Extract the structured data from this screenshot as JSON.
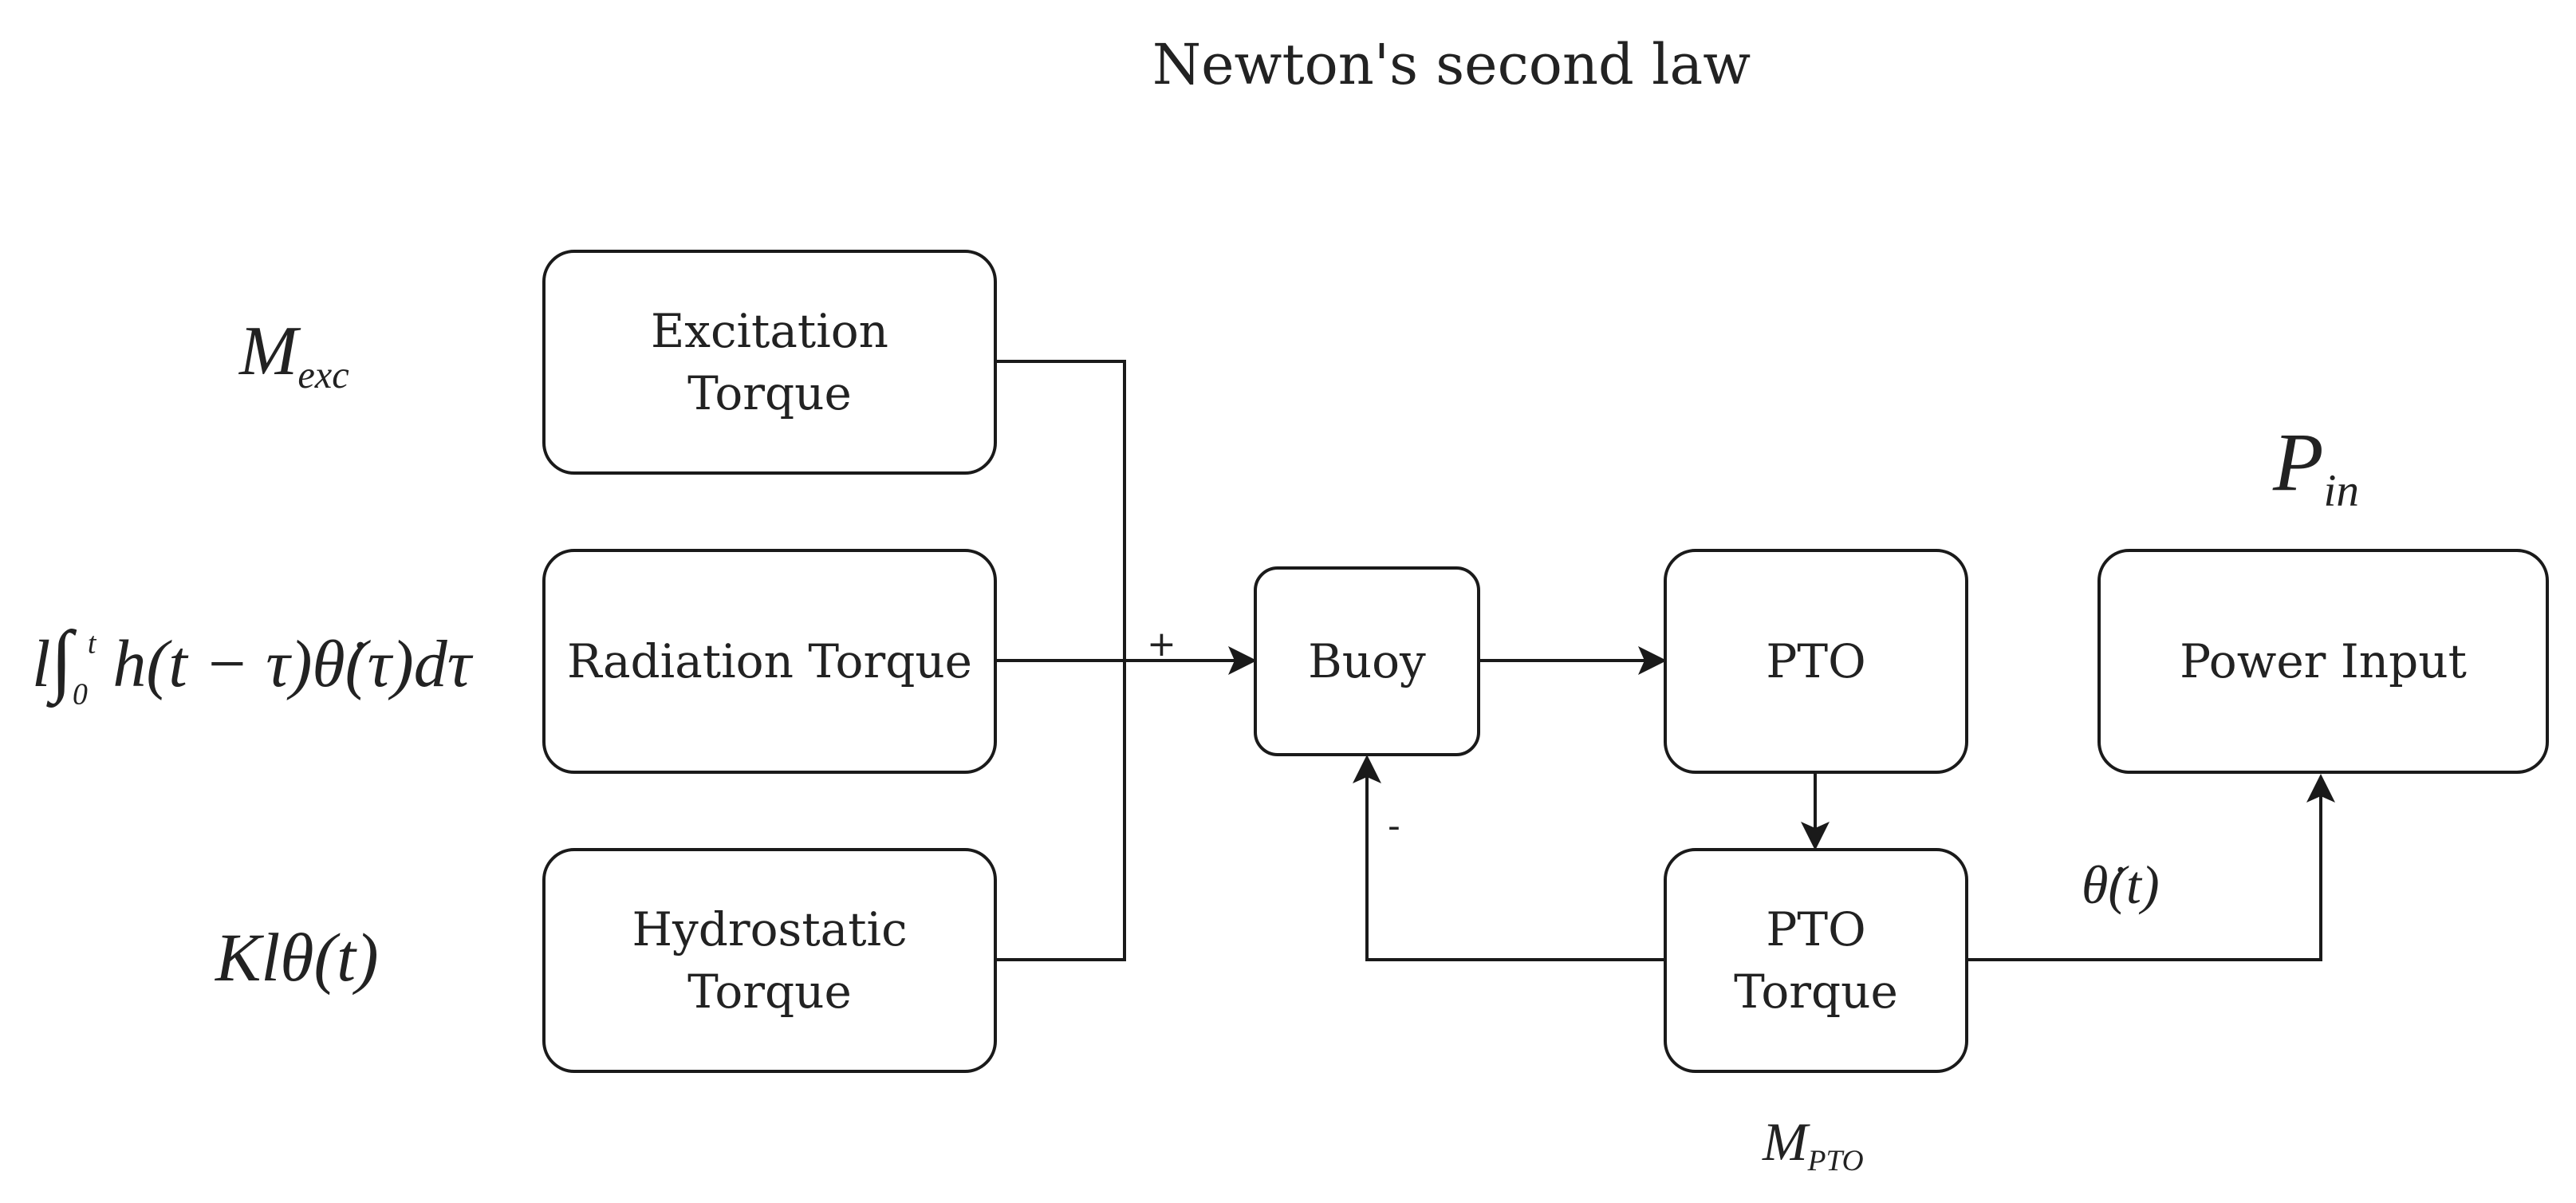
{
  "title": "Newton's second law",
  "blocks": {
    "excitation": "Excitation Torque",
    "radiation": "Radiation Torque",
    "hydrostatic_line1": "Hydrostatic",
    "hydrostatic_line2": "Torque",
    "buoy": "Buoy",
    "pto": "PTO",
    "pto_torque": "PTO Torque",
    "power_input": "Power Input"
  },
  "signs": {
    "plus": "+",
    "minus": "-"
  },
  "math": {
    "m_exc": {
      "base": "M",
      "sub": "exc"
    },
    "radiation_expr": {
      "prefix": "l",
      "lower": "0",
      "upper": "t",
      "body": "h(t − τ)θ̇(τ)dτ"
    },
    "hydrostatic_expr": "Klθ(t)",
    "p_in": {
      "base": "P",
      "sub": "in"
    },
    "theta_dot": "θ̇(t)",
    "m_pto": {
      "base": "M",
      "sub": "PTO"
    }
  },
  "colors": {
    "stroke": "#1a1a1a",
    "text": "#222222",
    "background": "#ffffff"
  }
}
